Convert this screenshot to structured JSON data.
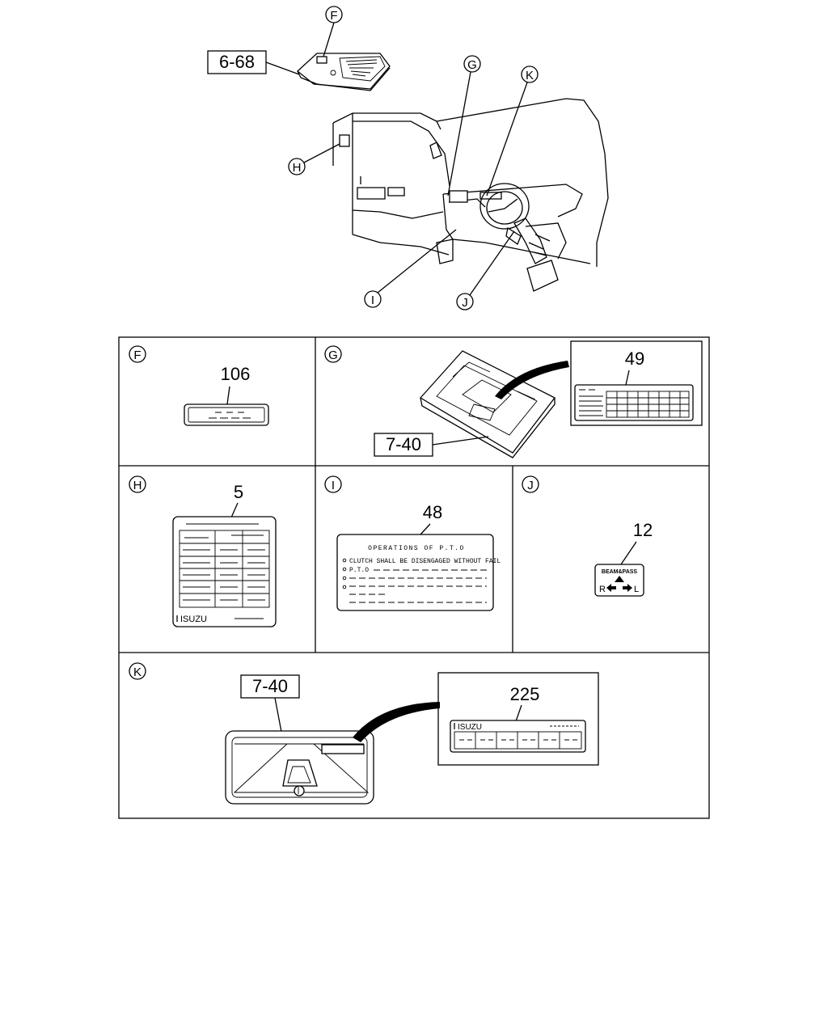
{
  "overview": {
    "callouts": {
      "F": "F",
      "G": "G",
      "H": "H",
      "I": "I",
      "J": "J",
      "K": "K"
    },
    "ref_roof_lamp": "6-68"
  },
  "panels": {
    "F": {
      "letter": "F",
      "part_no": "106"
    },
    "G": {
      "letter": "G",
      "ref": "7-40",
      "part_no": "49"
    },
    "H": {
      "letter": "H",
      "part_no": "5",
      "brand": "ISUZU"
    },
    "I": {
      "letter": "I",
      "part_no": "48",
      "title": "OPERATIONS OF P.T.O",
      "line1": "CLUTCH SHALL BE DISENGAGED WITHOUT FAIL",
      "line2": "P.T.O"
    },
    "J": {
      "letter": "J",
      "part_no": "12",
      "label_top": "BEAM&PASS",
      "label_r": "R",
      "label_l": "L"
    },
    "K": {
      "letter": "K",
      "ref": "7-40",
      "part_no": "225",
      "brand": "ISUZU"
    }
  }
}
